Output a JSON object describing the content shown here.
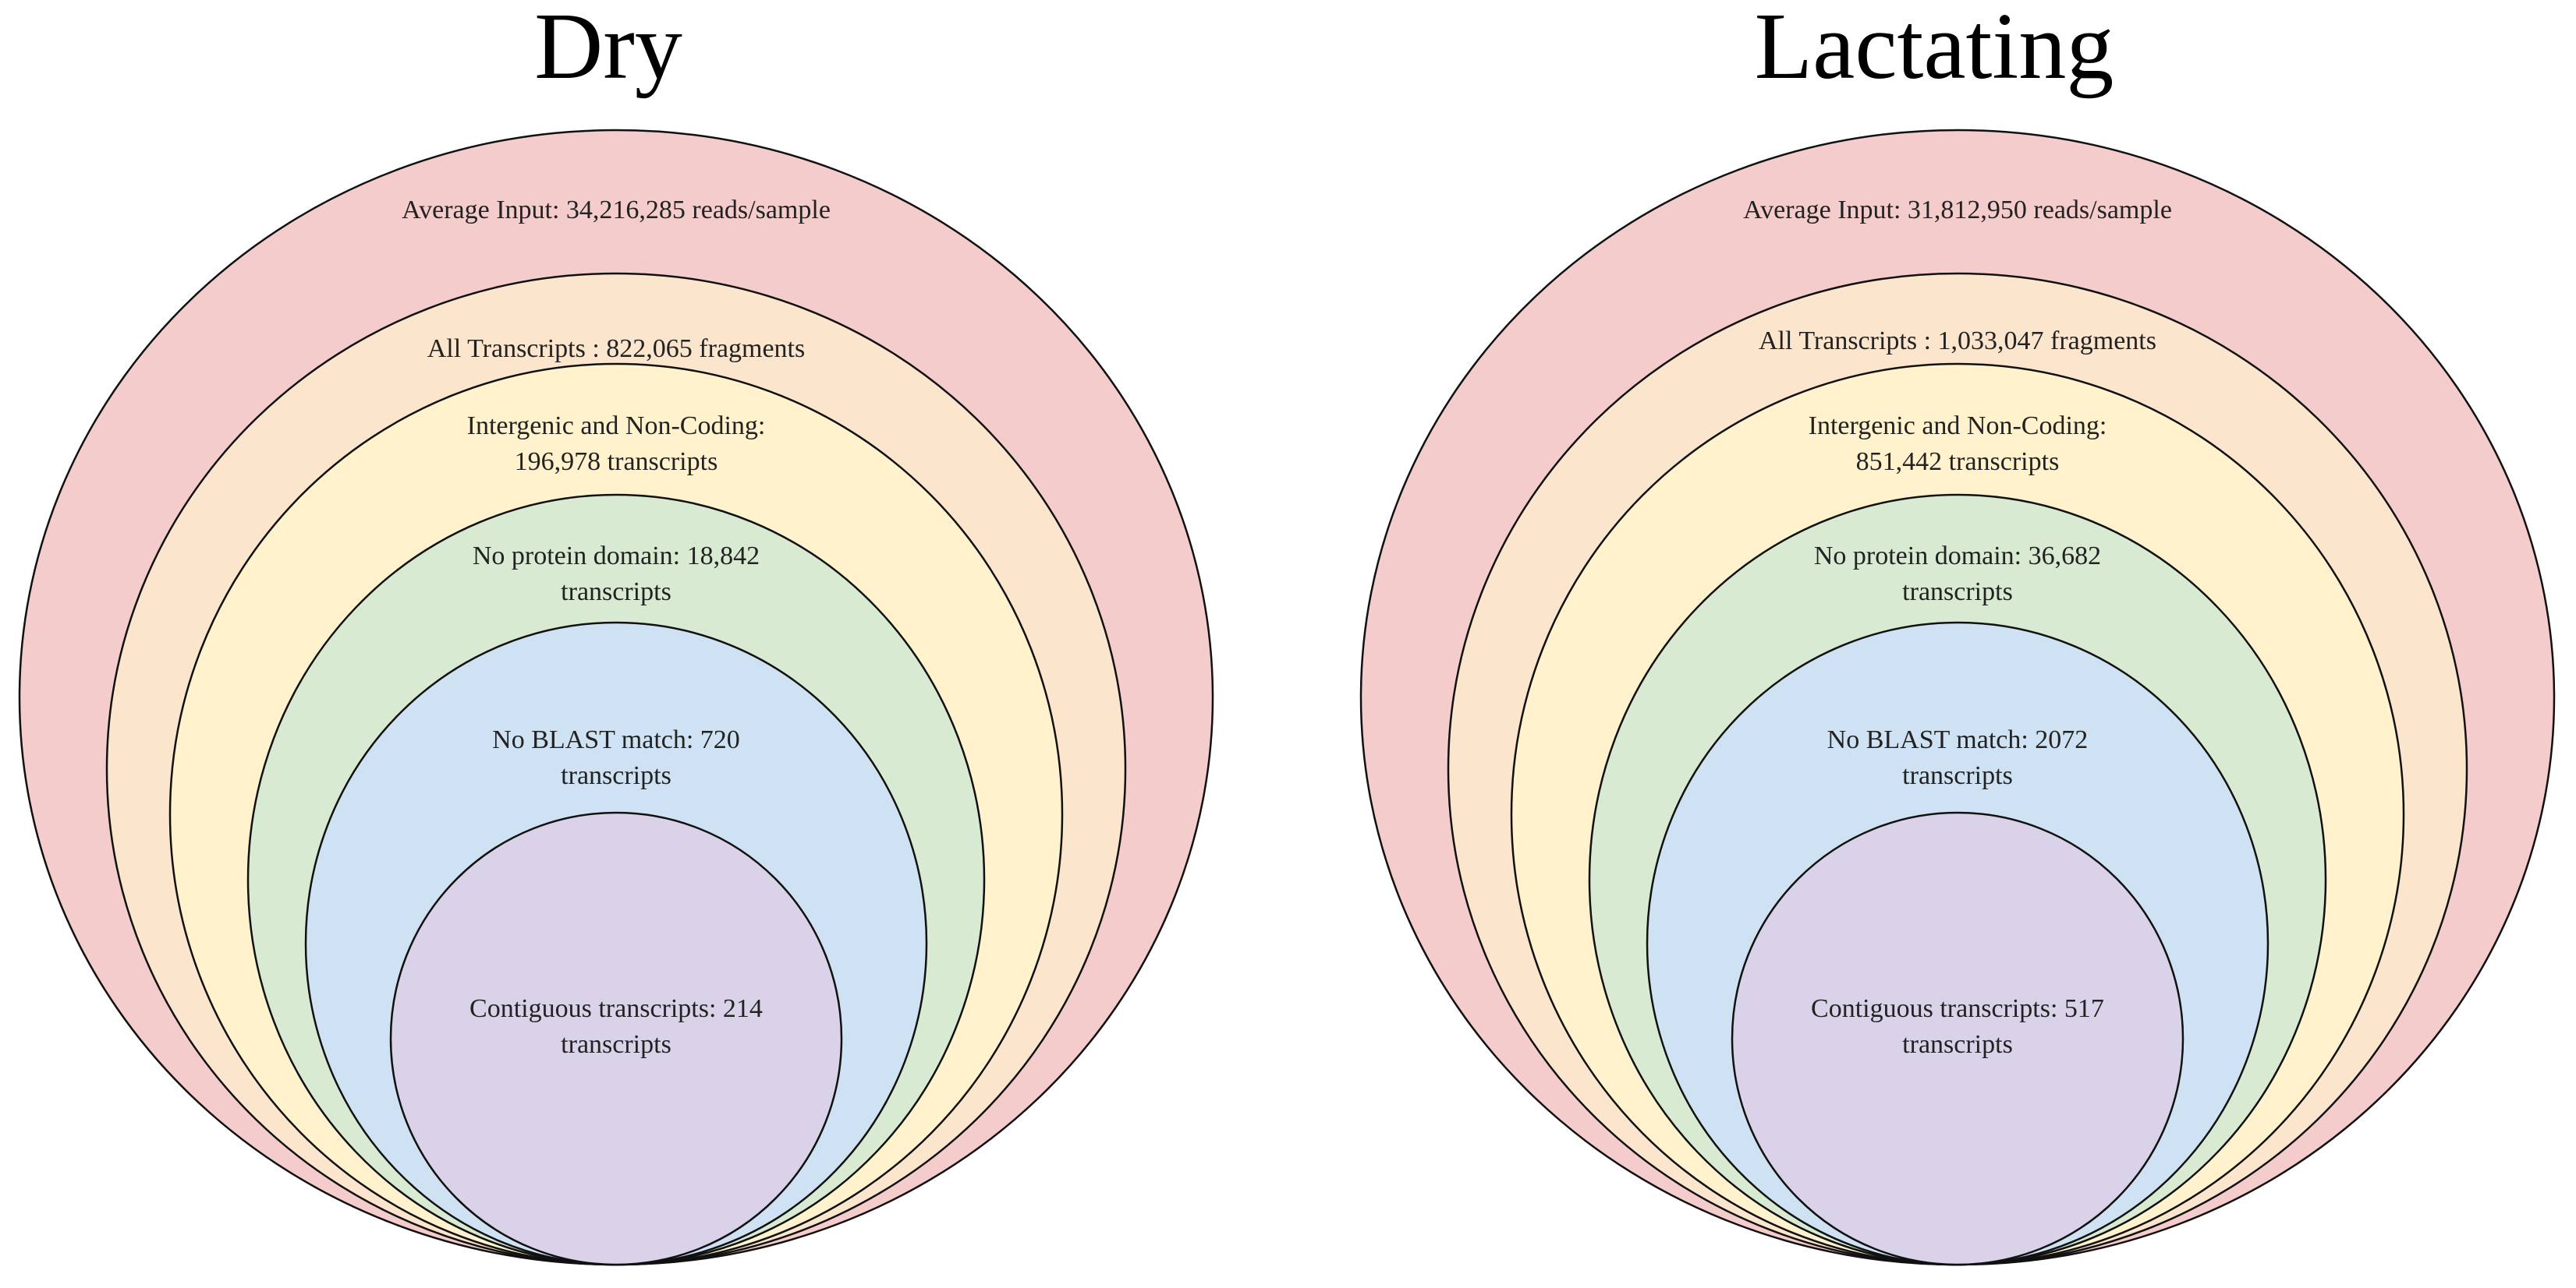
{
  "colors": {
    "level_fills": [
      "#f4cccc",
      "#fbe5cd",
      "#fff2cc",
      "#d9ead3",
      "#cfe2f3",
      "#d9d2e9"
    ],
    "stroke": "#111111",
    "text": "#222222"
  },
  "panels": [
    {
      "title": "Dry",
      "levels": [
        {
          "lines": [
            "Average Input: 34,216,285 reads/sample"
          ]
        },
        {
          "lines": [
            "All Transcripts : 822,065 fragments"
          ]
        },
        {
          "lines": [
            "Intergenic and Non-Coding:",
            "196,978  transcripts"
          ]
        },
        {
          "lines": [
            "No protein domain: 18,842",
            "transcripts"
          ]
        },
        {
          "lines": [
            "No BLAST match: 720",
            "transcripts"
          ]
        },
        {
          "lines": [
            "Contiguous transcripts: 214",
            "transcripts"
          ]
        }
      ]
    },
    {
      "title": "Lactating",
      "levels": [
        {
          "lines": [
            "Average Input: 31,812,950 reads/sample"
          ]
        },
        {
          "lines": [
            "All Transcripts : 1,033,047 fragments"
          ]
        },
        {
          "lines": [
            "Intergenic and Non-Coding:",
            "851,442  transcripts"
          ]
        },
        {
          "lines": [
            "No protein domain: 36,682",
            "transcripts"
          ]
        },
        {
          "lines": [
            "No BLAST match: 2072",
            "transcripts"
          ]
        },
        {
          "lines": [
            "Contiguous transcripts: 517",
            "transcripts"
          ]
        }
      ]
    }
  ]
}
